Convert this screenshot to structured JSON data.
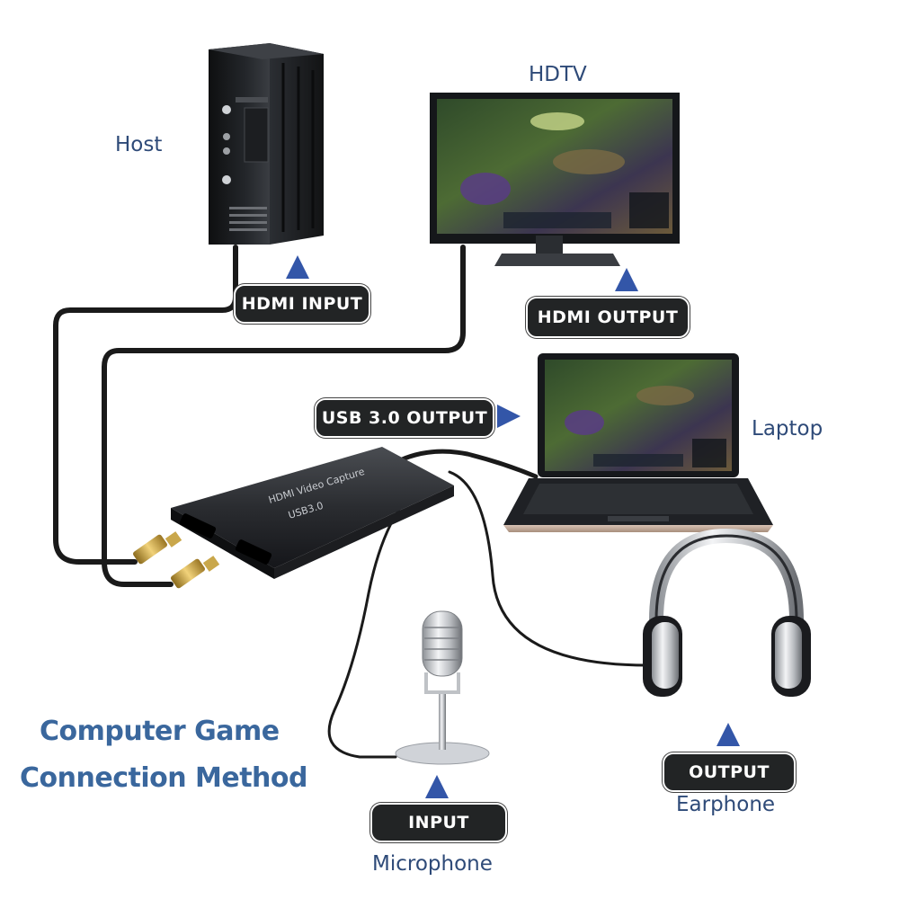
{
  "labels": {
    "host": "Host",
    "hdtv": "HDTV",
    "laptop": "Laptop",
    "earphone": "Earphone",
    "microphone": "Microphone"
  },
  "pills": {
    "hdmi_input": "HDMI  INPUT",
    "hdmi_output": "HDMI  OUTPUT",
    "usb_output": "USB 3.0 OUTPUT",
    "earphone_output": "OUTPUT",
    "mic_input": "INPUT"
  },
  "title": {
    "line1": "Computer Game",
    "line2": "Connection Method"
  },
  "colors": {
    "label": "#2e4a78",
    "arrow": "#3356a8",
    "pill_bg": "#222425",
    "title": "#3a679d"
  },
  "icons": [
    "pc-tower-icon",
    "tv-monitor-icon",
    "laptop-icon",
    "capture-card-icon",
    "headphones-icon",
    "microphone-icon",
    "hdmi-plug-icon"
  ]
}
